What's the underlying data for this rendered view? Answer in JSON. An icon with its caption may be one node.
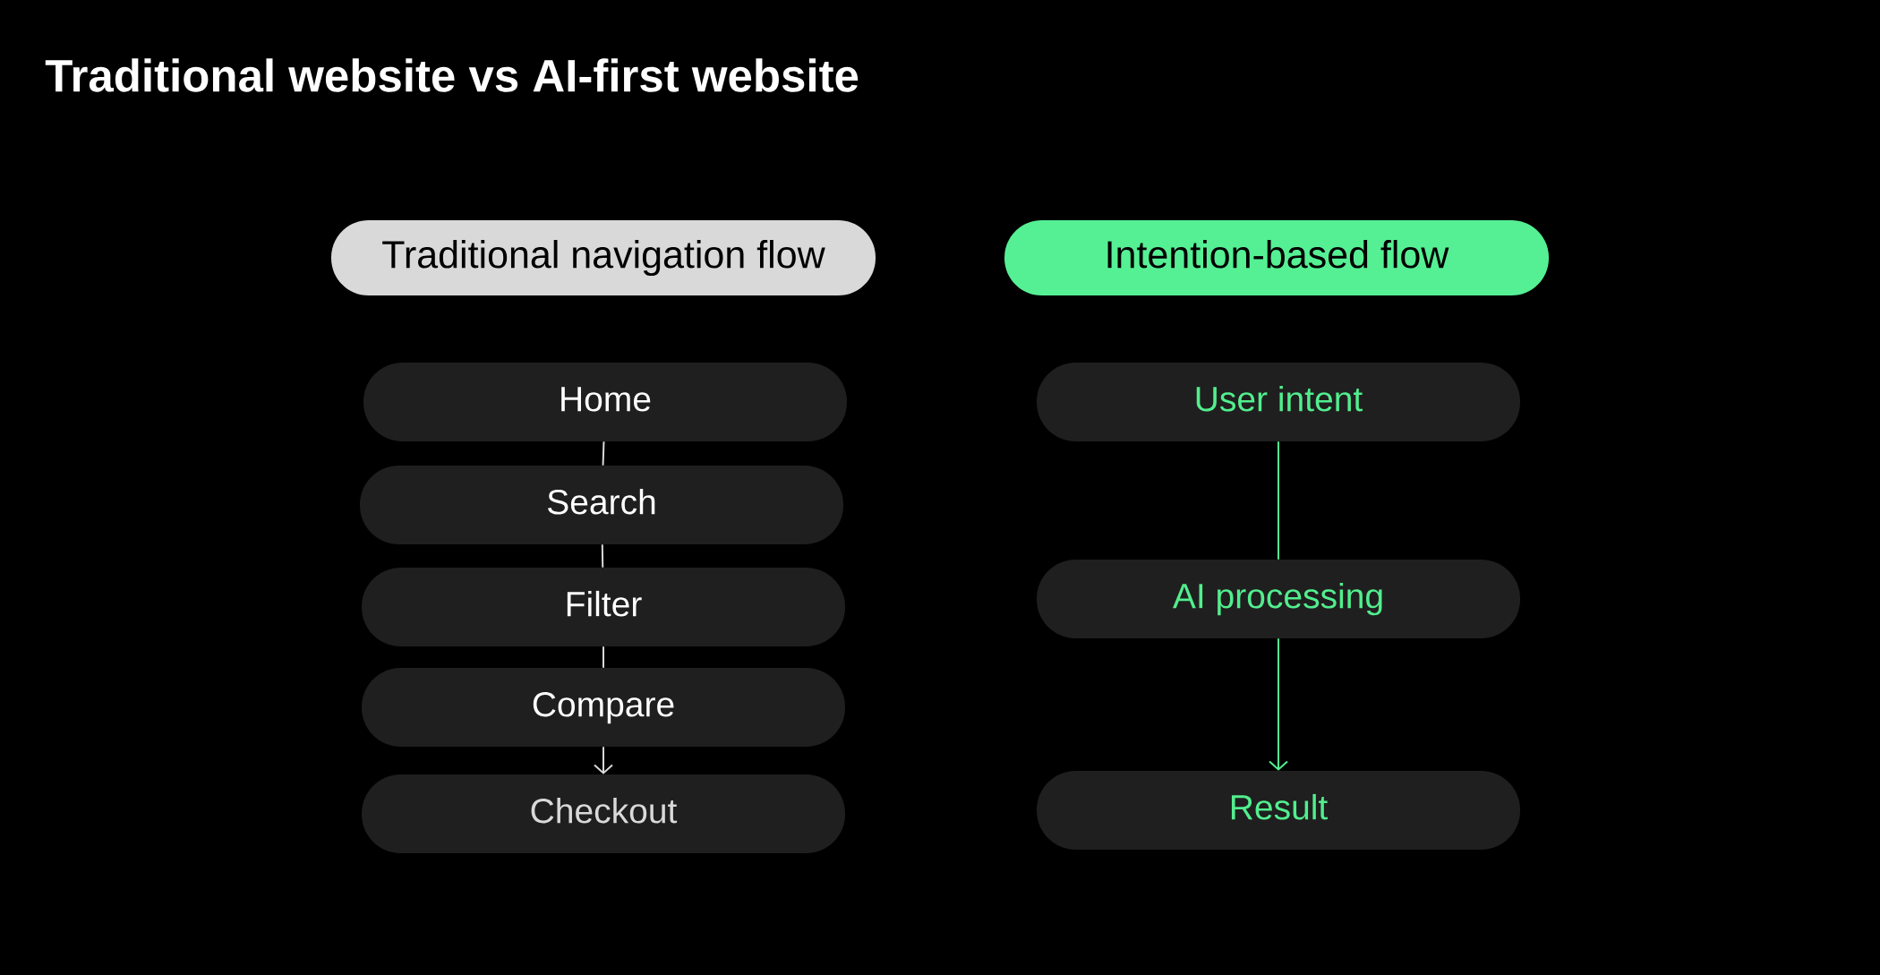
{
  "diagram": {
    "title": "Traditional website vs AI-first website",
    "nodes": [
      {
        "text": [
          "Traditional navigation flow"
        ]
      },
      {
        "text": [
          "Intention-based flow"
        ]
      },
      {
        "text": [
          "Home"
        ]
      },
      {
        "text": [
          "Search"
        ]
      },
      {
        "text": [
          "Filter"
        ]
      },
      {
        "text": [
          "Compare"
        ]
      },
      {
        "text": [
          "Checkout"
        ]
      },
      {
        "text": [
          "User intent"
        ]
      },
      {
        "text": [
          "AI processing"
        ]
      },
      {
        "text": [
          "Result"
        ]
      }
    ],
    "edges": [
      {
        "from": 2,
        "to": 3,
        "arrow": "none"
      },
      {
        "from": 3,
        "to": 4,
        "arrow": "none"
      },
      {
        "from": 4,
        "to": 5,
        "arrow": "none"
      },
      {
        "from": 5,
        "to": 6,
        "arrow": "to"
      },
      {
        "from": 7,
        "to": 8,
        "arrow": "none",
        "color": "#52f08f"
      },
      {
        "from": 8,
        "to": 9,
        "arrow": "to",
        "color": "#52f08f"
      }
    ]
  }
}
